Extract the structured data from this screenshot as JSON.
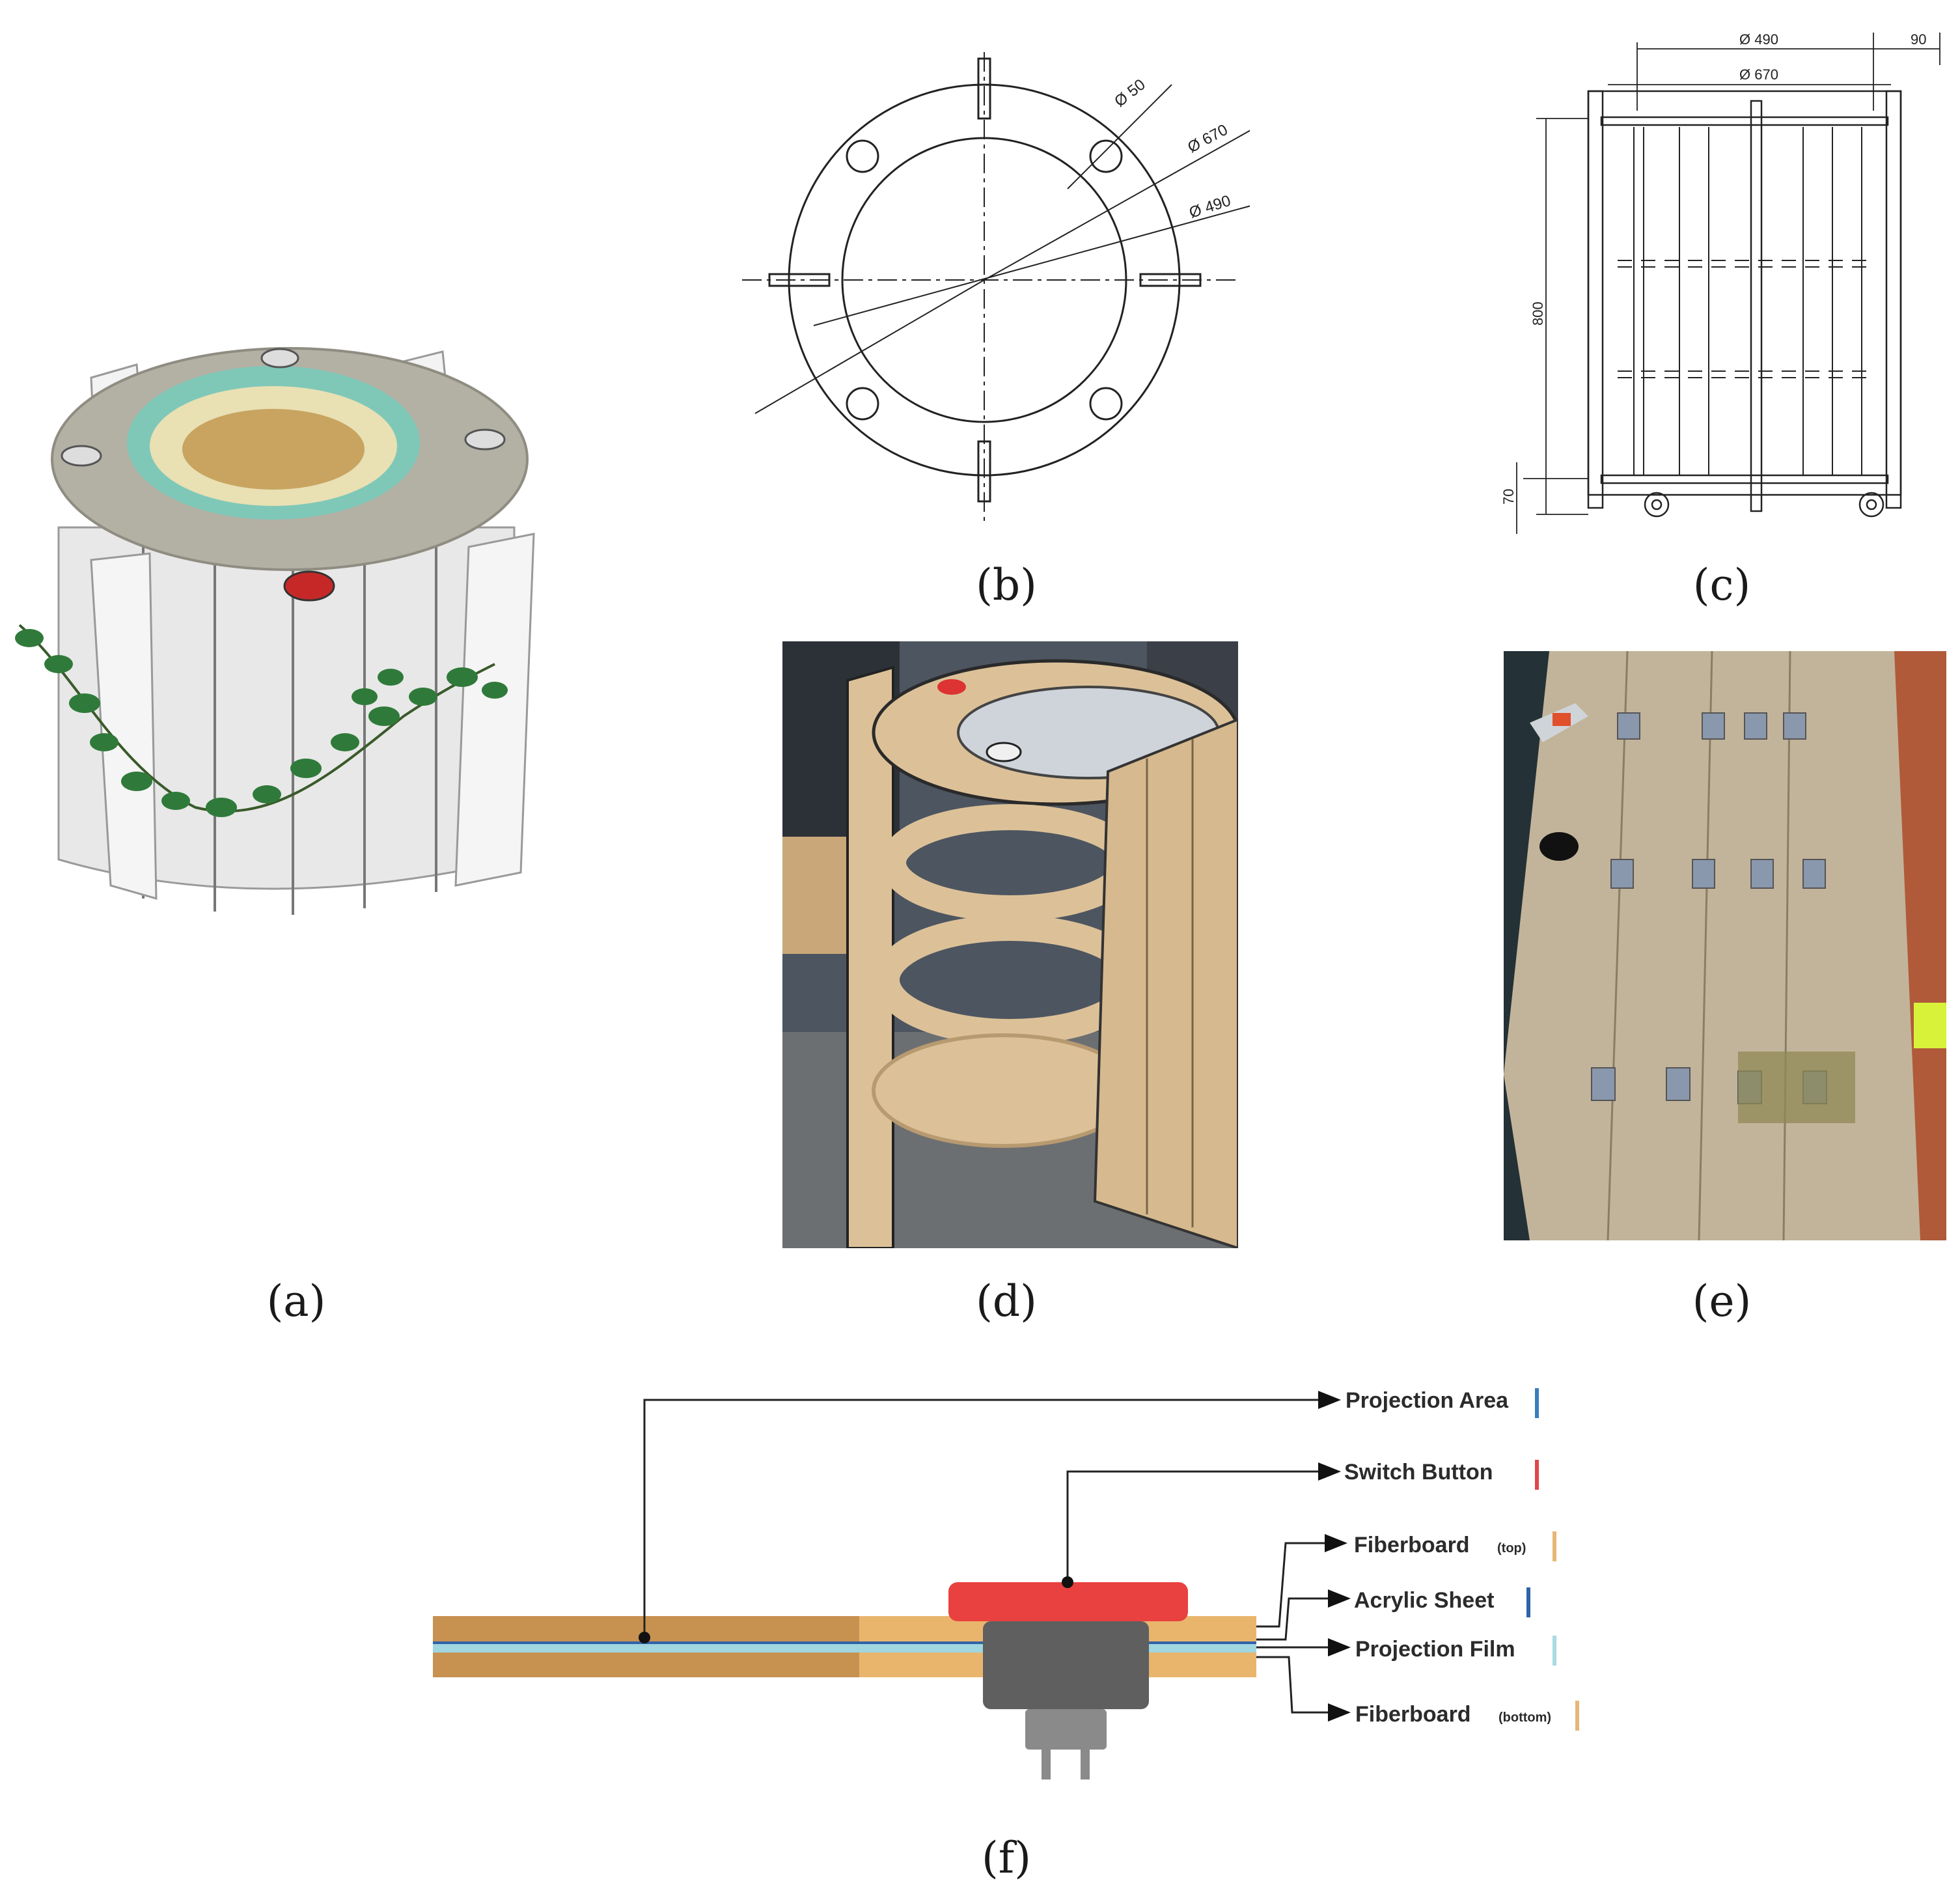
{
  "captions": {
    "a": "(a)",
    "b": "(b)",
    "c": "(c)",
    "d": "(d)",
    "e": "(e)",
    "f": "(f)"
  },
  "drawing_b": {
    "dim_hole": "Ø 50",
    "dim_outer": "Ø 670",
    "dim_inner": "Ø 490"
  },
  "drawing_c": {
    "dim_top_inner": "Ø 490",
    "dim_top_outer": "Ø 670",
    "dim_right": "90",
    "dim_height": "800",
    "dim_bottom": "70"
  },
  "layers": [
    {
      "label": "Projection Area",
      "sub": "",
      "color": "#3a7dbf"
    },
    {
      "label": "Switch Button",
      "sub": "",
      "color": "#e2474b"
    },
    {
      "label": "Fiberboard",
      "sub": "(top)",
      "color": "#e6b777"
    },
    {
      "label": "Acrylic Sheet",
      "sub": "",
      "color": "#2f63a8"
    },
    {
      "label": "Projection Film",
      "sub": "",
      "color": "#a9dbe3"
    },
    {
      "label": "Fiberboard",
      "sub": "(bottom)",
      "color": "#e6b777"
    }
  ],
  "colors": {
    "fiberboard_dark": "#c79150",
    "fiberboard_light": "#e9b56d",
    "film": "#9fd6df",
    "button_red": "#e8413f",
    "switch_gray": "#5f5f5f",
    "plug_gray": "#8a8a8a"
  }
}
